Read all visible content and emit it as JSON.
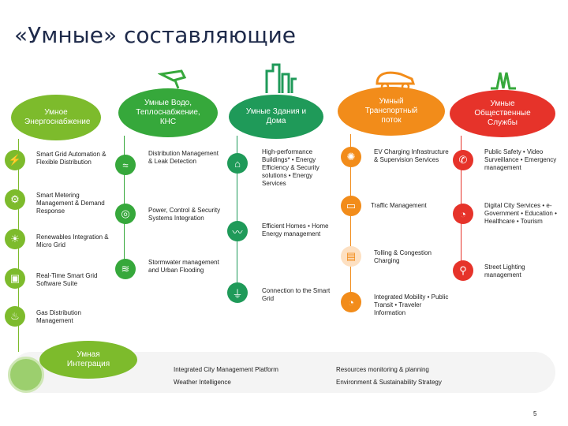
{
  "title": "«Умные» составляющие",
  "columns": [
    {
      "header": "Умное Энергоснабжение",
      "color": "#7dbb2c",
      "items": [
        {
          "icon": "grid-automation-icon",
          "text": "Smart Grid Automation & Flexible Distribution"
        },
        {
          "icon": "meter-icon",
          "text": "Smart Metering Management & Demand Response"
        },
        {
          "icon": "renewables-icon",
          "text": "Renewables Integration & Micro Grid"
        },
        {
          "icon": "software-icon",
          "text": "Real-Time Smart Grid Software Suite"
        },
        {
          "icon": "gas-icon",
          "text": "Gas Distribution Management"
        }
      ]
    },
    {
      "header": "Умные Водо, Теплоснабжение, КНС",
      "color": "#36a83b",
      "items": [
        {
          "icon": "leak-icon",
          "text": "Distribution Management & Leak Detection"
        },
        {
          "icon": "power-icon",
          "text": "Power, Control & Security Systems Integration"
        },
        {
          "icon": "stormwater-icon",
          "text": "Stormwater management and Urban Flooding"
        }
      ]
    },
    {
      "header": "Умные Здания и Дома",
      "color": "#1f9a59",
      "items": [
        {
          "icon": "building-icon",
          "text": "High-performance Buildings* • Energy Efficiency & Security solutions • Energy Services"
        },
        {
          "icon": "home-energy-icon",
          "text": "Efficient Homes • Home Energy management"
        },
        {
          "icon": "smart-grid-connection-icon",
          "text": "Connection to the Smart Grid"
        }
      ]
    },
    {
      "header": "Умный Транспортный поток",
      "color": "#f28c1a",
      "items": [
        {
          "icon": "ev-charging-icon",
          "text": "EV Charging Infrastructure & Supervision Services"
        },
        {
          "icon": "traffic-icon",
          "text": "Traffic Management"
        },
        {
          "icon": "tolling-icon",
          "text": "Tolling & Congestion Charging"
        },
        {
          "icon": "mobility-icon",
          "text": "Integrated Mobility • Public Transit • Traveler Information"
        }
      ]
    },
    {
      "header": "Умные Общественные Службы",
      "color": "#e6332a",
      "items": [
        {
          "icon": "safety-icon",
          "text": "Public Safety • Video Surveillance • Emergency management"
        },
        {
          "icon": "digital-city-icon",
          "text": "Digital City Services • e-Government • Education • Healthcare • Tourism"
        },
        {
          "icon": "street-light-icon",
          "text": "Street Lighting management"
        }
      ]
    }
  ],
  "integration": {
    "label": "Умная Интеграция",
    "items": [
      "Integrated City Management Platform",
      "Resources monitoring & planning",
      "Weather Intelligence",
      "Environment & Sustainability Strategy"
    ]
  },
  "page_number": "5"
}
